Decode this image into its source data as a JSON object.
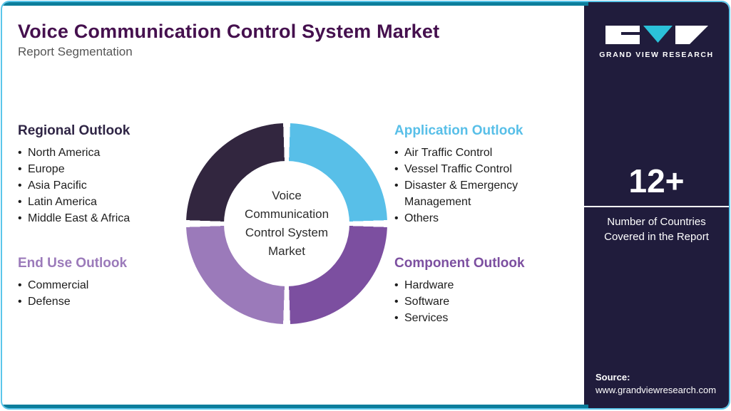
{
  "header": {
    "title": "Voice Communication Control System Market",
    "subtitle": "Report Segmentation"
  },
  "donut": {
    "center_label": "Voice Communication Control System Market",
    "segments": [
      {
        "name": "Application Outlook",
        "color": "#58BFE8"
      },
      {
        "name": "Component Outlook",
        "color": "#7C4FA0"
      },
      {
        "name": "End Use Outlook",
        "color": "#9B7ABA"
      },
      {
        "name": "Regional Outlook",
        "color": "#32263F"
      }
    ]
  },
  "sections": {
    "regional": {
      "title": "Regional Outlook",
      "items": [
        "North America",
        "Europe",
        "Asia Pacific",
        "Latin America",
        "Middle East & Africa"
      ]
    },
    "end_use": {
      "title": "End Use Outlook",
      "items": [
        "Commercial",
        "Defense"
      ]
    },
    "application": {
      "title": "Application Outlook",
      "items": [
        "Air Traffic Control",
        "Vessel Traffic Control",
        "Disaster & Emergency Management",
        "Others"
      ]
    },
    "component": {
      "title": "Component Outlook",
      "items": [
        "Hardware",
        "Software",
        "Services"
      ]
    }
  },
  "sidebar": {
    "brand": "GRAND VIEW RESEARCH",
    "stat_value": "12+",
    "stat_caption": "Number of Countries Covered in the Report",
    "source_label": "Source:",
    "source_url": "www.grandviewresearch.com"
  },
  "colors": {
    "title": "#45104E",
    "border": "#5BC6EA",
    "accent": "#0C7E9C",
    "sidebar_bg": "#201C3C",
    "donut_dark": "#32263F",
    "donut_blue": "#58BFE8",
    "donut_purple": "#7C4FA0",
    "donut_light_purple": "#9B7ABA"
  }
}
